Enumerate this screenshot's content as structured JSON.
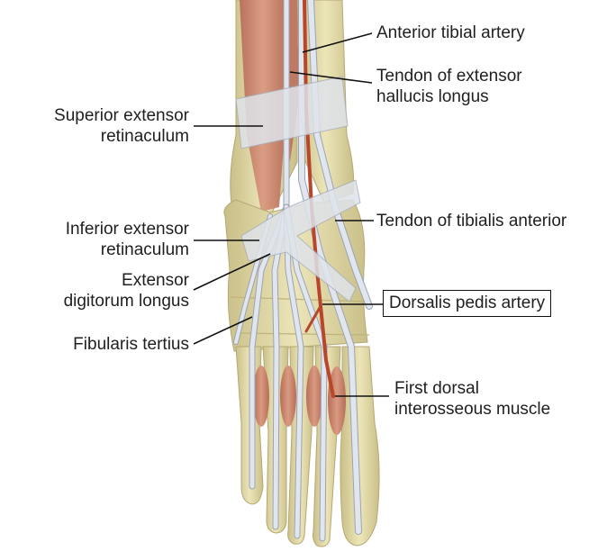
{
  "figure": {
    "kind": "anatomical illustration",
    "subject": "dorsum of the foot",
    "highlighted_label": "Dorsalis pedis artery",
    "labels": [
      {
        "id": "anterior_tibial_artery",
        "lines": [
          "Anterior tibial artery"
        ]
      },
      {
        "id": "tendon_ehl",
        "lines": [
          "Tendon of extensor",
          "hallucis longus"
        ]
      },
      {
        "id": "superior_extensor_retinaculum",
        "lines": [
          "Superior extensor",
          "retinaculum"
        ]
      },
      {
        "id": "tendon_tibialis_anterior",
        "lines": [
          "Tendon of tibialis anterior"
        ]
      },
      {
        "id": "inferior_extensor_retinaculum",
        "lines": [
          "Inferior extensor",
          "retinaculum"
        ]
      },
      {
        "id": "extensor_digitorum_longus",
        "lines": [
          "Extensor",
          "digitorum longus"
        ]
      },
      {
        "id": "dorsalis_pedis_artery",
        "lines": [
          "Dorsalis pedis artery"
        ]
      },
      {
        "id": "fibularis_tertius",
        "lines": [
          "Fibularis tertius"
        ]
      },
      {
        "id": "first_dorsal_interosseous",
        "lines": [
          "First dorsal",
          "interosseous muscle"
        ]
      }
    ]
  },
  "colors": {
    "bone": "#e6dfae",
    "bone_shadow": "#c8bd86",
    "muscle": "#c98a74",
    "tendon": "#e1e6ee",
    "tendon_edge": "#9aa3b3",
    "artery": "#b8462a",
    "leader_line": "#111111",
    "highlight_box": "#111111"
  }
}
